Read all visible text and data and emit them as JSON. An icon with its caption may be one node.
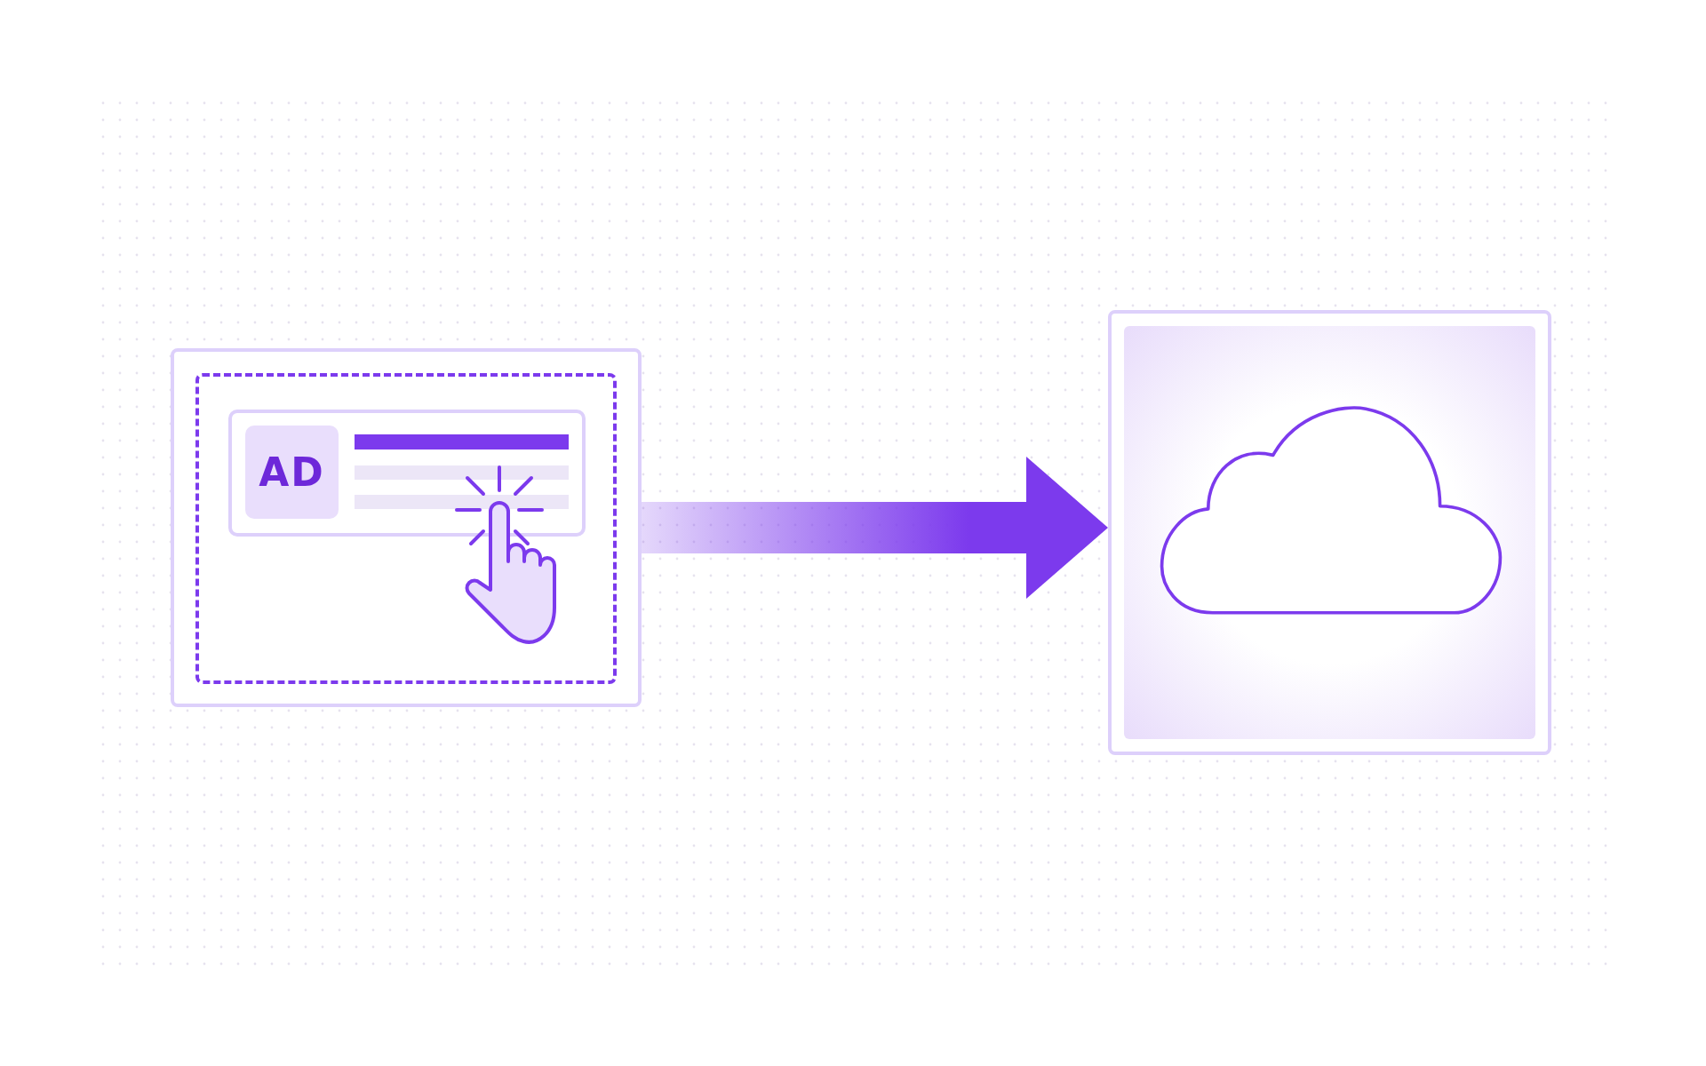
{
  "diagram": {
    "nodes": [
      {
        "text": [],
        "shape": "box"
      },
      {
        "text": [
          "AD"
        ],
        "in": 0
      },
      {
        "text": [],
        "shape": "box"
      }
    ],
    "edges": [
      {
        "from": 0,
        "to": 2,
        "arrow": "to",
        "style": "thick"
      }
    ]
  }
}
